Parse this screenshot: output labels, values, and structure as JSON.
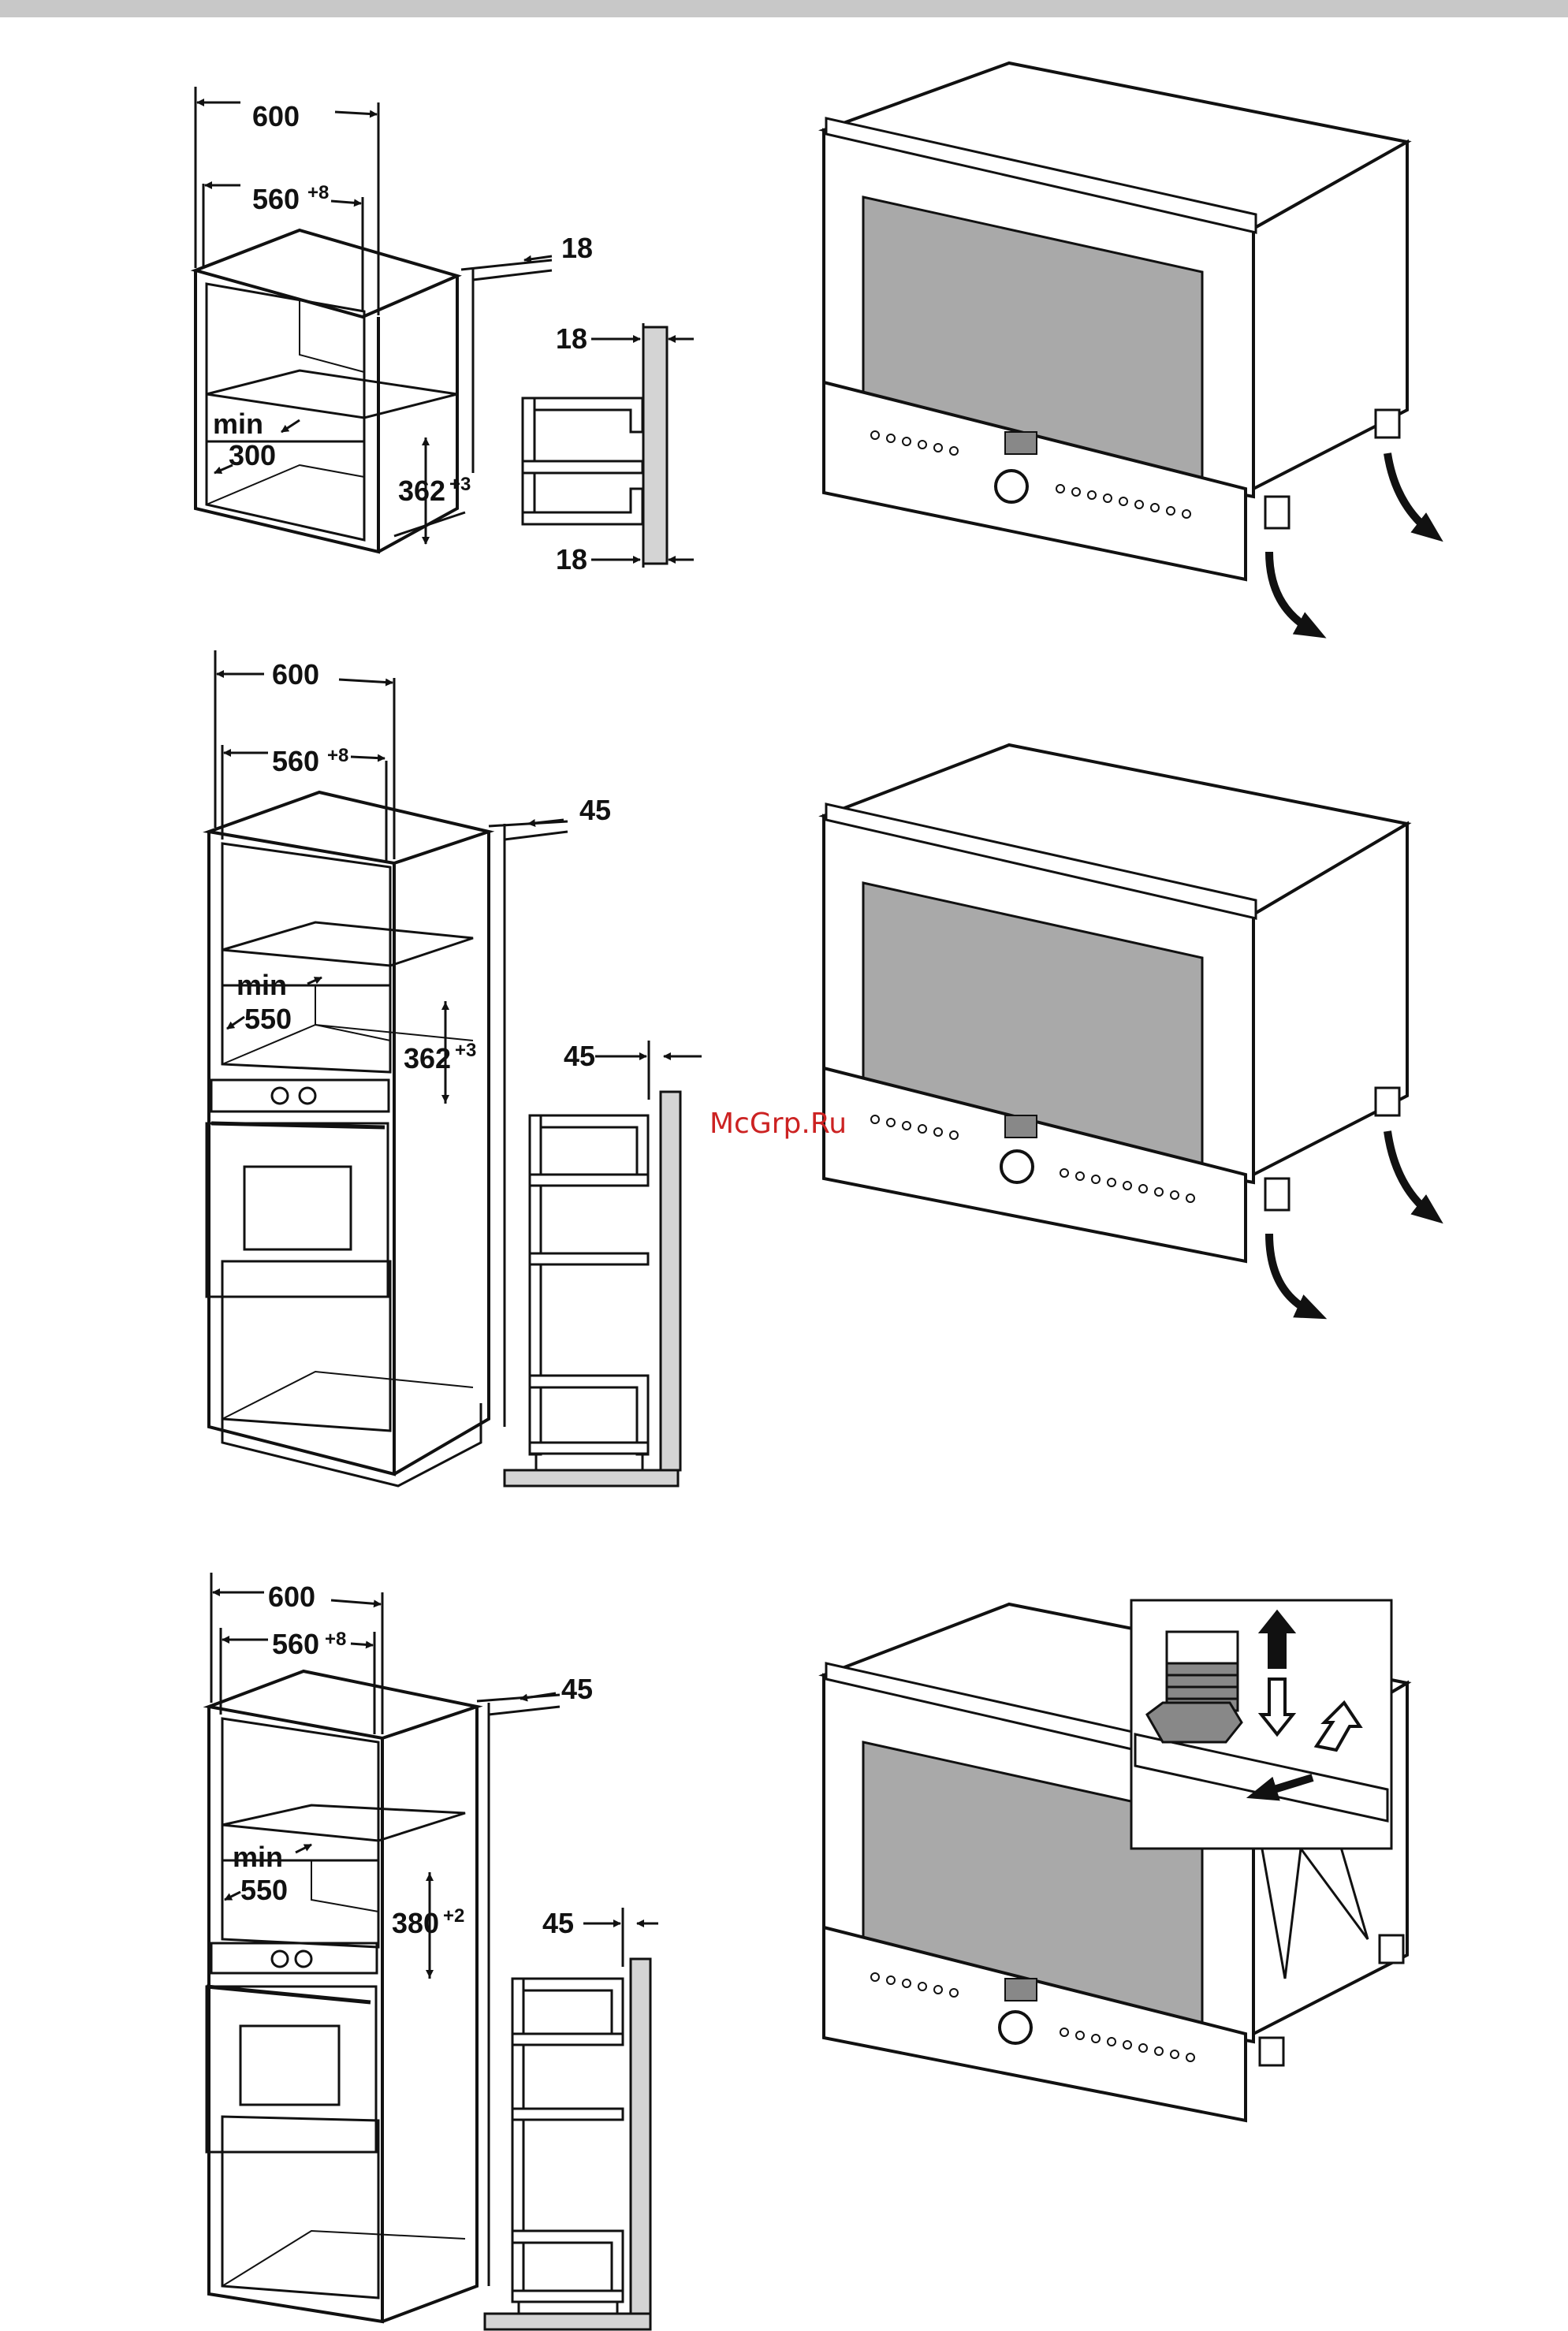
{
  "watermark": "McGrp.Ru",
  "colors": {
    "line": "#111111",
    "glass": "#a9a9a9",
    "wall": "#d4d4d4",
    "header": "#c8c8c8",
    "watermark": "#cc2222"
  },
  "panels": [
    {
      "name": "installation-top",
      "dims": {
        "outer": "600",
        "inner": "560",
        "inner_tol": "+8",
        "side": "18",
        "min_label": "min",
        "min_value": "300",
        "height": "362",
        "height_tol": "+3",
        "section_top": "18",
        "section_bottom": "18"
      }
    },
    {
      "name": "installation-middle",
      "dims": {
        "outer": "600",
        "inner": "560",
        "inner_tol": "+8",
        "side": "45",
        "min_label": "min",
        "min_value": "550",
        "height": "362",
        "height_tol": "+3",
        "section": "45"
      }
    },
    {
      "name": "installation-bottom",
      "dims": {
        "outer": "600",
        "inner": "560",
        "inner_tol": "+8",
        "side": "45",
        "min_label": "min",
        "min_value": "550",
        "height": "380",
        "height_tol": "+2",
        "section": "45"
      }
    }
  ]
}
